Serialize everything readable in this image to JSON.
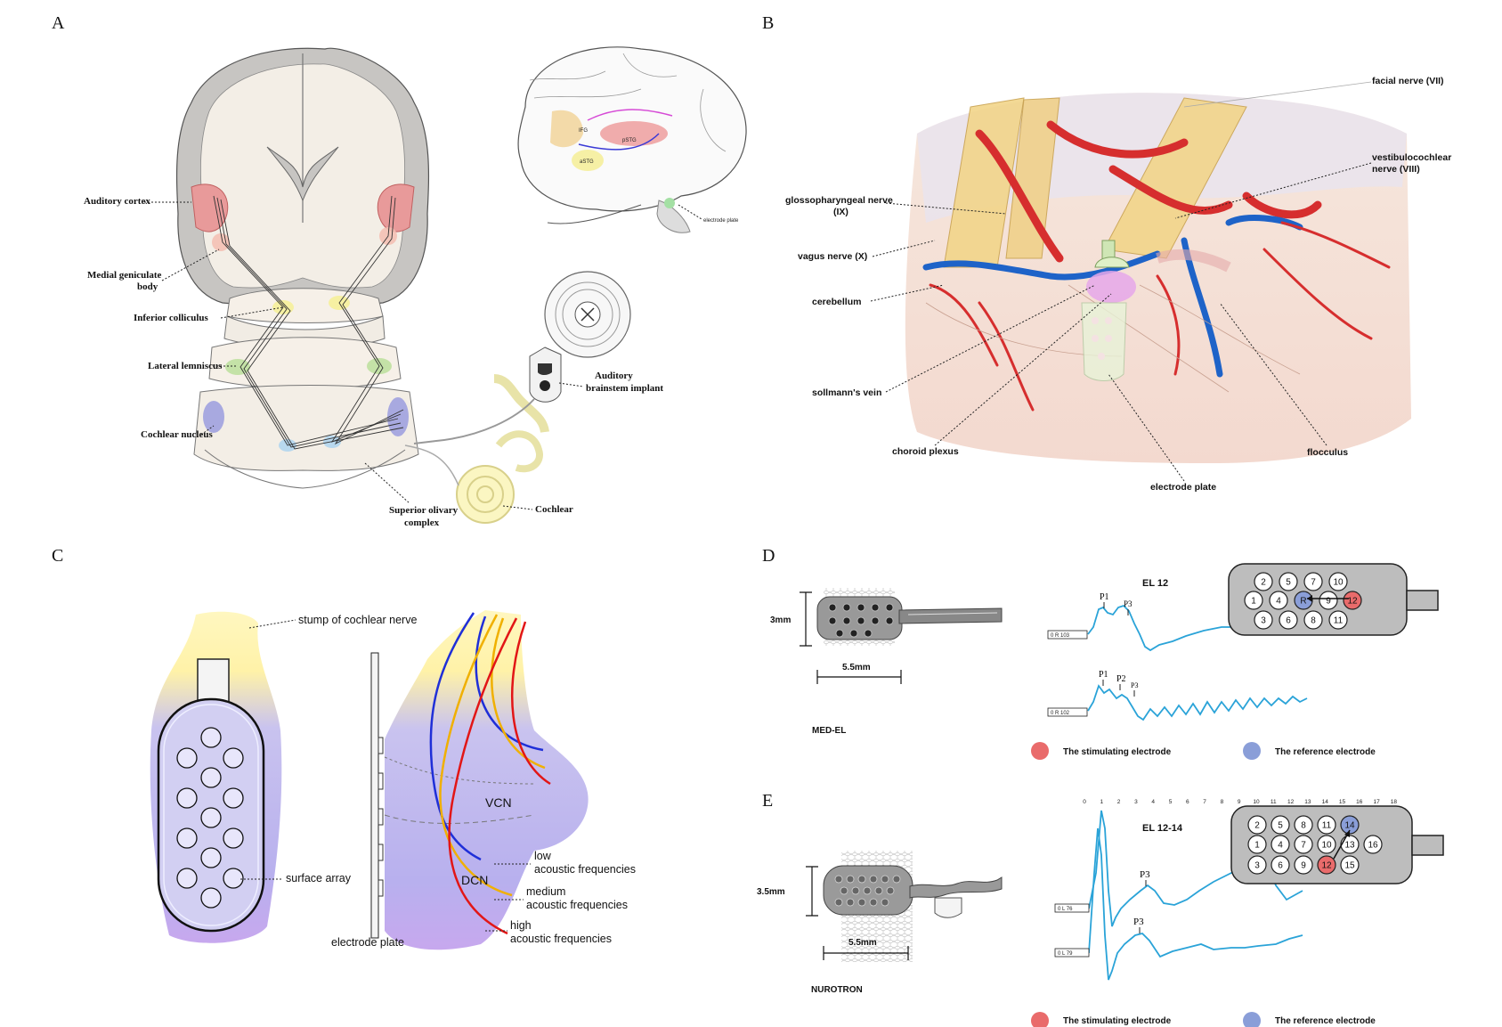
{
  "panels": {
    "a": "A",
    "b": "B",
    "c": "C",
    "d": "D",
    "e": "E"
  },
  "panelA": {
    "auditory_cortex": "Auditory cortex",
    "medial_geniculate_1": "Medial geniculate",
    "medial_geniculate_2": "body",
    "inferior_colliculus": "Inferior colliculus",
    "lateral_lemniscus": "Lateral lemniscus",
    "cochlear_nucleus": "Cochlear nucleus",
    "superior_olivary_1": "Superior olivary",
    "superior_olivary_2": "complex",
    "cochlear": "Cochlear",
    "abi_1": "Auditory",
    "abi_2": "brainstem implant",
    "ifg": "IFG",
    "pstg": "pSTG",
    "astg": "aSTG",
    "electrode_plate": "electrode plate"
  },
  "panelB": {
    "facial": "facial nerve (VII)",
    "vestib_1": "vestibulocochlear",
    "vestib_2": "nerve (VIII)",
    "glosso_1": "glossopharyngeal nerve",
    "glosso_2": "(IX)",
    "vagus": "vagus nerve (X)",
    "cerebellum": "cerebellum",
    "sollmann": "sollmann's vein",
    "choroid": "choroid plexus",
    "electrode": "electrode plate",
    "flocculus": "flocculus"
  },
  "panelC": {
    "stump": "stump of cochlear nerve",
    "surface_array": "surface array",
    "electrode_plate": "electrode plate",
    "vcn": "VCN",
    "dcn": "DCN",
    "low_1": "low",
    "low_2": "acoustic frequencies",
    "medium_1": "medium",
    "medium_2": "acoustic frequencies",
    "high_1": "high",
    "high_2": "acoustic frequencies"
  },
  "panelD": {
    "dim_h": "3mm",
    "dim_w": "5.5mm",
    "brand": "MED-EL",
    "el": "EL 12",
    "p1a": "P1",
    "p3a": "P3",
    "p1b": "P1",
    "p2b": "P2",
    "p3b": "P3",
    "trace1": "0 R 103",
    "trace2": "0 R 102",
    "stim": "The stimulating electrode",
    "ref": "The reference electrode",
    "electrodes": [
      "2",
      "5",
      "7",
      "10",
      "1",
      "4",
      "R",
      "9",
      "12",
      "3",
      "6",
      "8",
      "11"
    ]
  },
  "panelE": {
    "dim_h": "3.5mm",
    "dim_w": "5.5mm",
    "brand": "NUROTRON",
    "el": "EL 12-14",
    "p3a": "P3",
    "p3b": "P3",
    "trace1": "0 L 76",
    "trace2": "0 L 79",
    "axis": [
      "0",
      "1",
      "2",
      "3",
      "4",
      "5",
      "6",
      "7",
      "8",
      "9",
      "10",
      "11",
      "12",
      "13",
      "14",
      "15",
      "16",
      "17",
      "18"
    ],
    "stim": "The stimulating electrode",
    "ref": "The reference electrode",
    "electrodes": [
      "2",
      "5",
      "8",
      "11",
      "14",
      "1",
      "4",
      "7",
      "10",
      "13",
      "16",
      "3",
      "6",
      "9",
      "12",
      "15"
    ]
  },
  "colors": {
    "stim": "#e96b6b",
    "ref": "#8a9ed8",
    "trace": "#2aa3d8",
    "low": "#1f2fd8",
    "medium": "#f0b000",
    "high": "#e21616"
  }
}
